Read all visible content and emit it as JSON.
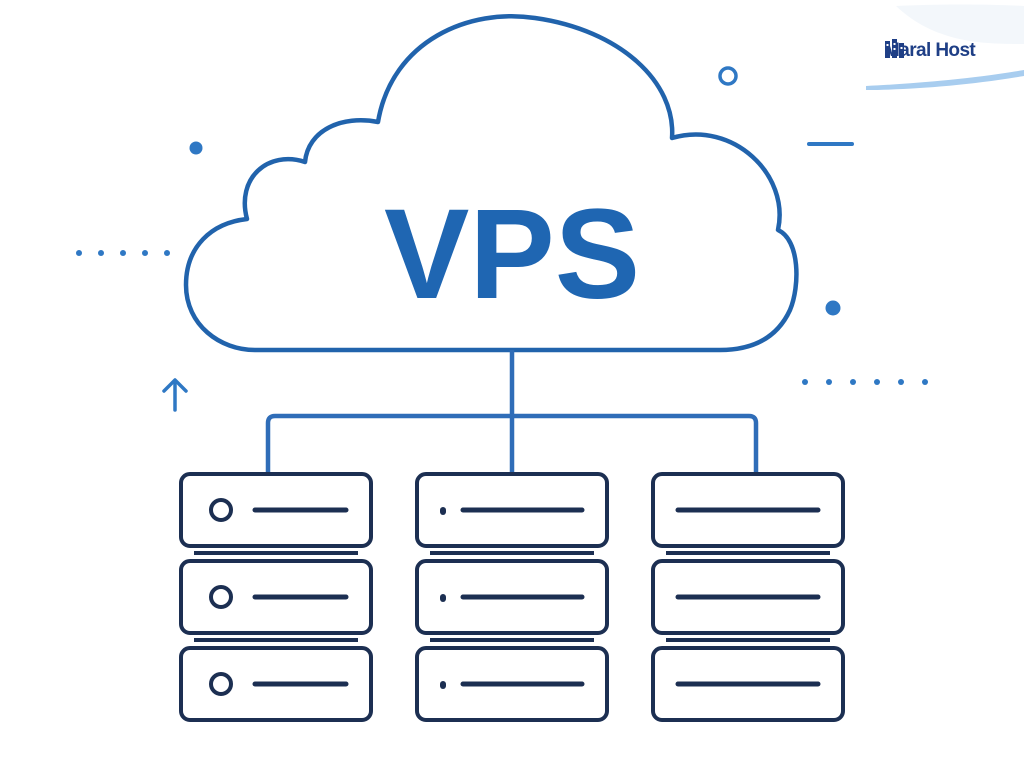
{
  "brand": {
    "name": "Maral Host",
    "logo_icon": "server-building-logo-icon",
    "logo_color": "#1f3f86"
  },
  "diagram": {
    "title": "VPS",
    "cloud_icon": "cloud-icon",
    "server_racks": [
      {
        "name": "left",
        "unit_indicator": "power-circle",
        "units": 3
      },
      {
        "name": "center",
        "unit_indicator": "small-led-dot",
        "units": 3
      },
      {
        "name": "right",
        "unit_indicator": "none",
        "units": 3
      }
    ],
    "decorations": [
      "ring",
      "dots",
      "dash",
      "dotted-line",
      "up-arrow-icon"
    ]
  },
  "colors": {
    "cloud_stroke": "#2163ac",
    "vps_text": "#1f66b2",
    "server_stroke": "#1c2f52",
    "accent_blue": "#2f78c4",
    "background": "#ffffff",
    "logo_swoosh": "#a8cdef"
  }
}
